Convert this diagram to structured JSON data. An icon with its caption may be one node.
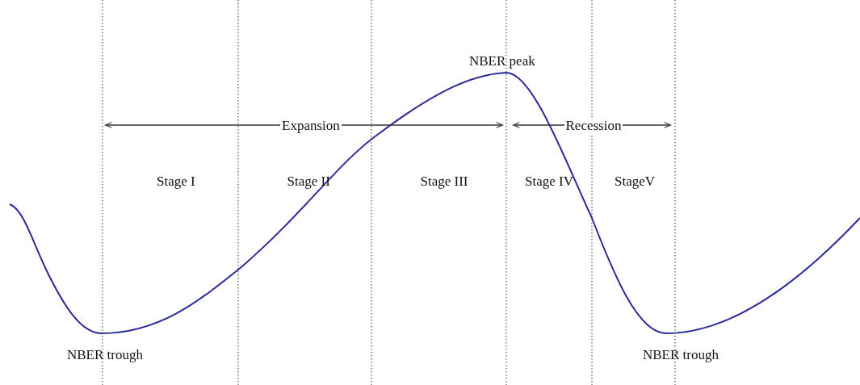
{
  "diagram": {
    "labels": [
      "NBER peak",
      "Expansion",
      "Recession",
      "Stage I",
      "Stage II",
      "Stage III",
      "Stage IV",
      "StageV",
      "NBER trough",
      "NBER trough"
    ]
  }
}
